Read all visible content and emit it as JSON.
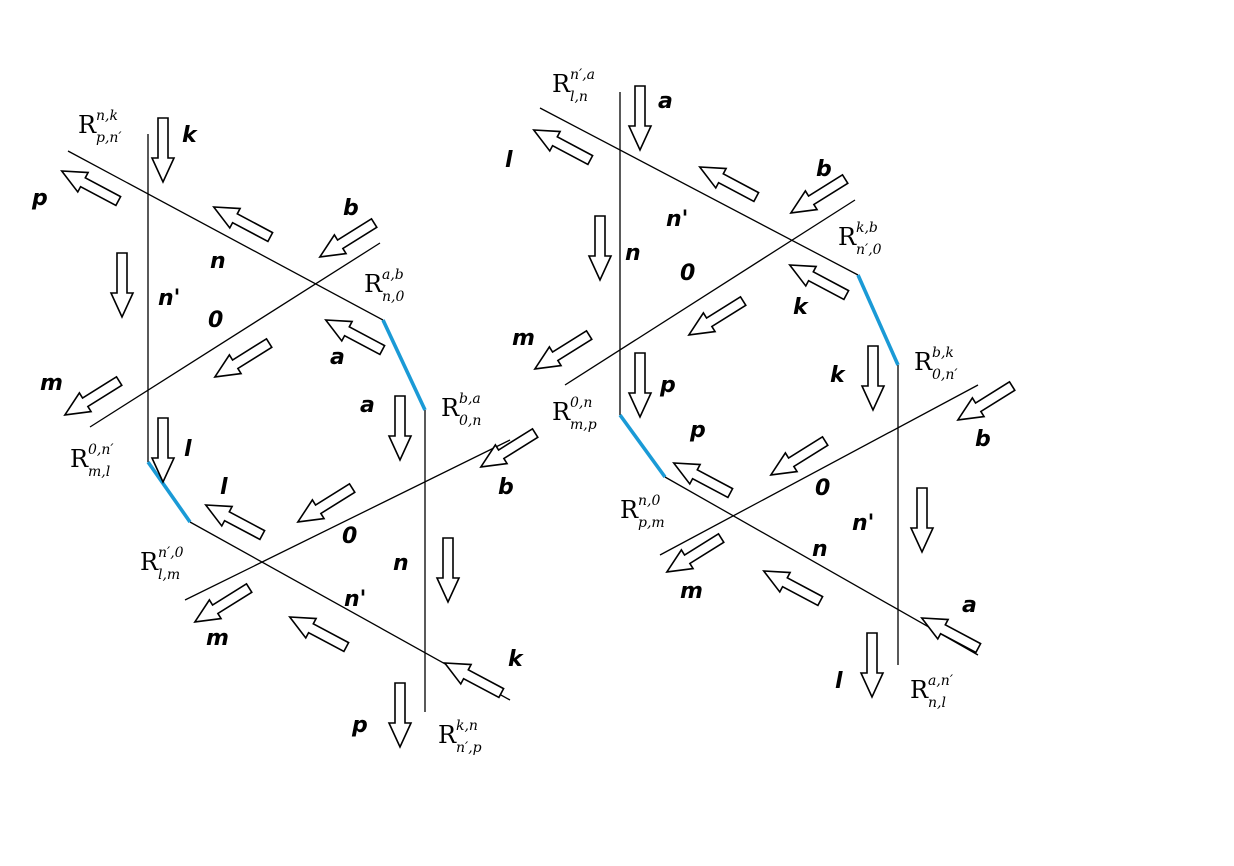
{
  "diagrams": [
    {
      "label_k": "k",
      "label_p": "p",
      "label_b": "b",
      "label_n": "n",
      "label_nprime": "n'",
      "label_0": "0",
      "label_a": "a",
      "label_m": "m",
      "label_l": "l",
      "label_a2": "a",
      "label_l2": "l",
      "label_0b": "0",
      "label_b2": "b",
      "label_n2": "n",
      "label_nprime2": "n'",
      "label_m2": "m",
      "label_k2": "k",
      "label_p2": "p",
      "r_pn": {
        "base": "R",
        "sup": "n,k",
        "sub": "p,n′"
      },
      "r_n0": {
        "base": "R",
        "sup": "a,b",
        "sub": "n,0"
      },
      "r_0n": {
        "base": "R",
        "sup": "b,a",
        "sub": "0,n"
      },
      "r_ml": {
        "base": "R",
        "sup": "0,n′",
        "sub": "m,l"
      },
      "r_lm": {
        "base": "R",
        "sup": "n′,0",
        "sub": "l,m"
      },
      "r_np": {
        "base": "R",
        "sup": "k,n",
        "sub": "n′,p"
      }
    },
    {
      "label_a": "a",
      "label_l": "l",
      "label_b": "b",
      "label_nprime": "n'",
      "label_n": "n",
      "label_0": "0",
      "label_k": "k",
      "label_m": "m",
      "label_p": "p",
      "label_k2": "k",
      "label_p2": "p",
      "label_b2": "b",
      "label_0b": "0",
      "label_nprime2": "n'",
      "label_n2": "n",
      "label_m2": "m",
      "label_a2": "a",
      "label_l2": "l",
      "r_ln": {
        "base": "R",
        "sup": "n′,a",
        "sub": "l,n"
      },
      "r_n0": {
        "base": "R",
        "sup": "k,b",
        "sub": "n′,0"
      },
      "r_0n": {
        "base": "R",
        "sup": "b,k",
        "sub": "0,n′"
      },
      "r_mp": {
        "base": "R",
        "sup": "0,n",
        "sub": "m,p"
      },
      "r_pm": {
        "base": "R",
        "sup": "n,0",
        "sub": "p,m"
      },
      "r_nl": {
        "base": "R",
        "sup": "a,n′",
        "sub": "n,l"
      }
    }
  ]
}
